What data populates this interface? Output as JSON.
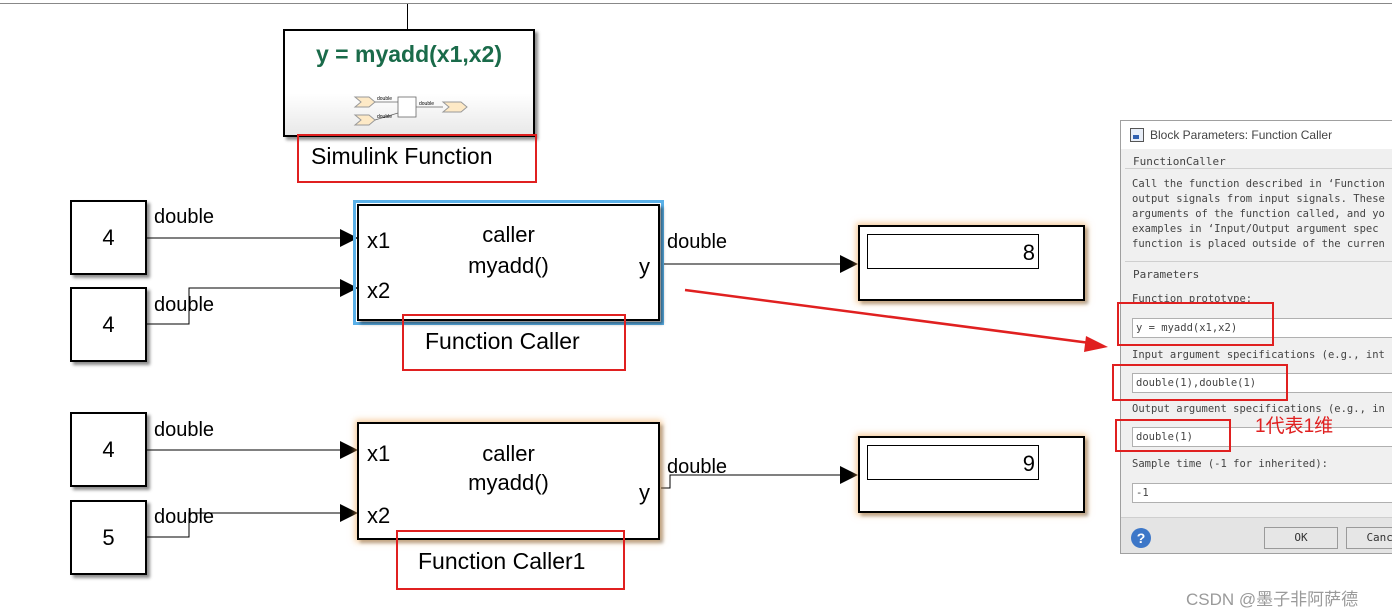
{
  "simulink_function": {
    "prototype": "y = myadd(x1,x2)",
    "tag": "Simulink Function",
    "inner_in_labels": [
      "double",
      "double"
    ],
    "inner_out_label": "double"
  },
  "caller_1": {
    "inputs": [
      "4",
      "4"
    ],
    "input_signal_labels": [
      "double",
      "double"
    ],
    "ports_in": [
      "x1",
      "x2"
    ],
    "port_out": "y",
    "title_line1": "caller",
    "title_line2": "myadd()",
    "output_signal_label": "double",
    "display_value": "8",
    "tag": "Function Caller"
  },
  "caller_2": {
    "inputs": [
      "4",
      "5"
    ],
    "input_signal_labels": [
      "double",
      "double"
    ],
    "ports_in": [
      "x1",
      "x2"
    ],
    "port_out": "y",
    "title_line1": "caller",
    "title_line2": "myadd()",
    "output_signal_label": "double",
    "display_value": "9",
    "tag": "Function Caller1"
  },
  "annotation": {
    "text": "1代表1维",
    "color": "#e02020"
  },
  "dialog": {
    "title": "Block Parameters: Function Caller",
    "group1_label": "FunctionCaller",
    "description_lines": [
      "Call the function described in ‘Function",
      "output signals from input signals. These",
      "arguments of the function called, and yo",
      "examples in ‘Input/Output argument spec",
      "function is placed outside of the curren"
    ],
    "group2_label": "Parameters",
    "prototype_label": "Function prototype:",
    "prototype_value": "y = myadd(x1,x2)",
    "input_spec_label": "Input argument specifications (e.g., int",
    "input_spec_value": "double(1),double(1)",
    "output_spec_label": "Output argument specifications (e.g., in",
    "output_spec_value": "double(1)",
    "sample_time_label": "Sample time (-1 for inherited):",
    "sample_time_value": "-1",
    "ok_label": "OK",
    "cancel_label": "Cance"
  },
  "watermark": "CSDN @墨子非阿萨德",
  "colors": {
    "accent_red": "#e02020",
    "selection_blue": "#5ab0e8",
    "title_green": "#1a6b4a"
  }
}
